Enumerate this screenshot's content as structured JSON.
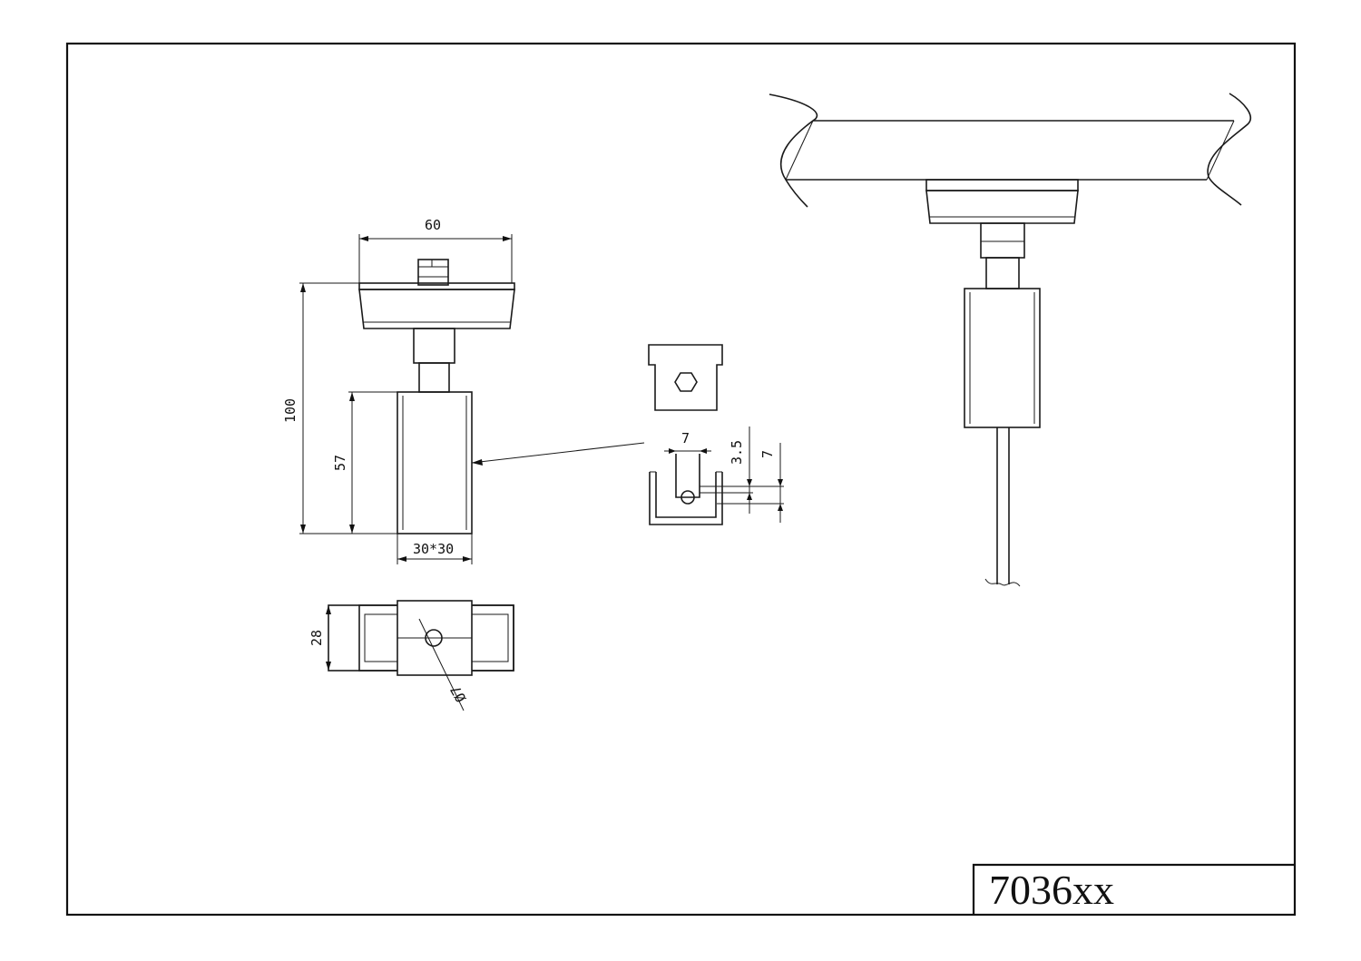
{
  "title_block": {
    "part_number": "7036xx"
  },
  "dimensions": {
    "head_width": "60",
    "total_height": "100",
    "body_height": "57",
    "body_section": "30*30",
    "bottom_width": "28",
    "hole_diameter": "Ø7",
    "slot_width": "7",
    "slot_offset": "3.5",
    "slot_depth": "7"
  },
  "colors": {
    "line": "#1a1a1a",
    "background": "#ffffff"
  }
}
